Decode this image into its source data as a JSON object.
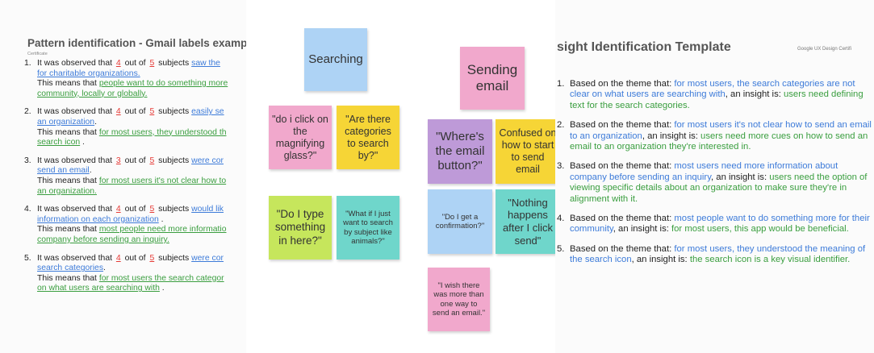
{
  "left_panel": {
    "title": "Pattern identification - Gmail labels example",
    "subtitle": "Certificate",
    "items": [
      {
        "num": "1.",
        "lead": "It was observed that",
        "count": "4",
        "mid": "out of",
        "total": "5",
        "sub": "subjects",
        "obs1": "saw the",
        "obs2": "for charitable organizations.",
        "means": "This means that",
        "meaning1": "people want to do something more",
        "meaning2": "community, locally or globally."
      },
      {
        "num": "2.",
        "lead": "It was observed that",
        "count": "4",
        "mid": "out of",
        "total": "5",
        "sub": "subjects",
        "obs1": "easily se",
        "obs2": "an organization",
        "means": "This means that",
        "meaning1": "for most users, they understood th",
        "meaning2": "search icon"
      },
      {
        "num": "3.",
        "lead": "It was observed that",
        "count": "3",
        "mid": "out of",
        "total": "5",
        "sub": "subjects",
        "obs1": "were cor",
        "obs2": "send an email",
        "means": "This means that",
        "meaning1": "for most users it's not clear how to",
        "meaning2": "an organization."
      },
      {
        "num": "4.",
        "lead": "It was observed that",
        "count": "4",
        "mid": "out of",
        "total": "5",
        "sub": "subjects",
        "obs1": "would lik",
        "obs2": "information on each organization",
        "means": "This means that",
        "meaning1": "most people need more informatio",
        "meaning2": "company before sending an inquiry."
      },
      {
        "num": "5.",
        "lead": "It was observed that",
        "count": "4",
        "mid": "out of",
        "total": "5",
        "sub": "subjects",
        "obs1": "were cor",
        "obs2": "search categories",
        "means": "This means that",
        "meaning1": "for most users the search categor",
        "meaning2": "on what users are searching with"
      }
    ]
  },
  "notes": {
    "searching": "Searching",
    "n1": "\"do i click on the magnifying glass?\"",
    "n2": "\"Are there categories to search by?\"",
    "n3": "\"Do I type something in here?\"",
    "n4": "\"What if I just want to search by subject like animals?\"",
    "sending": "Sending email",
    "n5": "\"Where's the email button?\"",
    "n6": "Confused on how to start to send email",
    "n7": "\"Do I get a confirmation?\"",
    "n8": "\"Nothing happens after I click send\"",
    "n9": "\"I wish there was more than one way to send an email.\""
  },
  "right_panel": {
    "title": "sight Identification Template",
    "brand": "Google UX Design Certifi",
    "insights": [
      {
        "num": "1.",
        "p1": "Based on the theme that:",
        "theme": "for most users, the search categories are not clear on what users are searching with",
        "p2": ", an insight is:",
        "insight": "users need defining text for the search categories."
      },
      {
        "num": "2.",
        "p1": "Based on the theme that:",
        "theme": "for most users it's not clear how to send an email to an organization",
        "p2": ", an insight is:",
        "insight": "users need more cues on how to send an email to an organization they're interested in."
      },
      {
        "num": "3.",
        "p1": "Based on the theme that:",
        "theme": "most users need more information about company before sending an inquiry",
        "p2": ", an insight is:",
        "insight": "users need the option of viewing specific details about an organization to make sure they're in alignment with it."
      },
      {
        "num": "4.",
        "p1": "Based on the theme that:",
        "theme": "most people want to do something more for their community",
        "p2": ", an insight is:",
        "insight": "for most users, this app would be beneficial."
      },
      {
        "num": "5.",
        "p1": "Based on the theme that:",
        "theme": "for most users, they understood the meaning of the search icon",
        "p2": ", an insight is:",
        "insight": "the search icon is a key visual identifier."
      }
    ]
  }
}
